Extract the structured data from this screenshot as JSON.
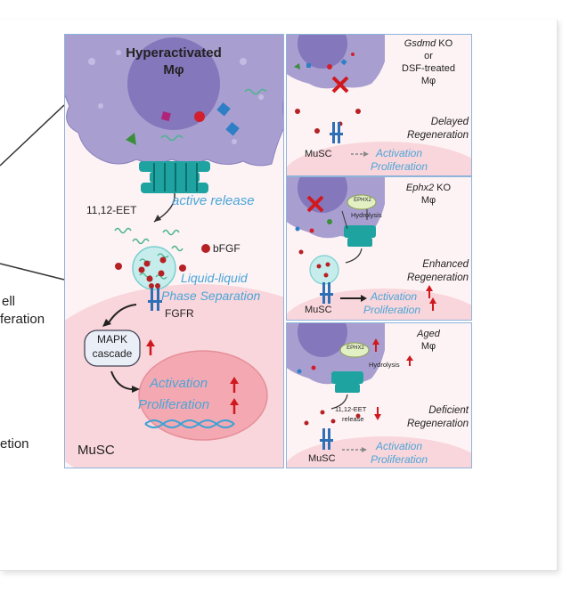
{
  "left_fragments": {
    "cell": "ell",
    "proliferation": "feration",
    "secretion": "etion"
  },
  "main_panel": {
    "title_line1": "Hyperactivated",
    "title_line2": "Mφ",
    "active_release": "active release",
    "eet": "11,12-EET",
    "bfgf": "bFGF",
    "llps_line1": "Liquid-liquid",
    "llps_line2": "Phase Separation",
    "fgfr": "FGFR",
    "mapk_line1": "MAPK",
    "mapk_line2": "cascade",
    "activation": "Activation",
    "proliferation": "Proliferation",
    "musc": "MuSC"
  },
  "panel_gsdmd": {
    "title_gene": "Gsdmd",
    "title_ko": " KO",
    "title_or": "or",
    "title_dsf": "DSF-treated",
    "title_m": "Mφ",
    "outcome_line1": "Delayed",
    "outcome_line2": "Regeneration",
    "musc": "MuSC",
    "activation": "Activation",
    "proliferation": "Proliferation"
  },
  "panel_ephx2": {
    "title_gene": "Ephx2",
    "title_ko": " KO",
    "title_m": "Mφ",
    "enzyme": "EPHX2",
    "hydrolysis": "Hydrolysis",
    "outcome_line1": "Enhanced",
    "outcome_line2": "Regeneration",
    "musc": "MuSC",
    "activation": "Activation",
    "proliferation": "Proliferation"
  },
  "panel_aged": {
    "title_line1": "Aged",
    "title_m": "Mφ",
    "enzyme": "EPHX2",
    "hydrolysis": "Hydrolysis",
    "eet_line1": "11,12-EET",
    "eet_line2": "release",
    "outcome_line1": "Deficient",
    "outcome_line2": "Regeneration",
    "musc": "MuSC",
    "activation": "Activation",
    "proliferation": "Proliferation"
  },
  "colors": {
    "macrophage": "#a89fd0",
    "nucleus": "#8477bb",
    "channel": "#1ea3a0",
    "musc_cell": "#f7c9cf",
    "accent_blue": "#4aa5d8",
    "up_arrow": "#d0191f",
    "bfgf_dot": "#b52124",
    "panel_border": "#8fb3d9"
  }
}
